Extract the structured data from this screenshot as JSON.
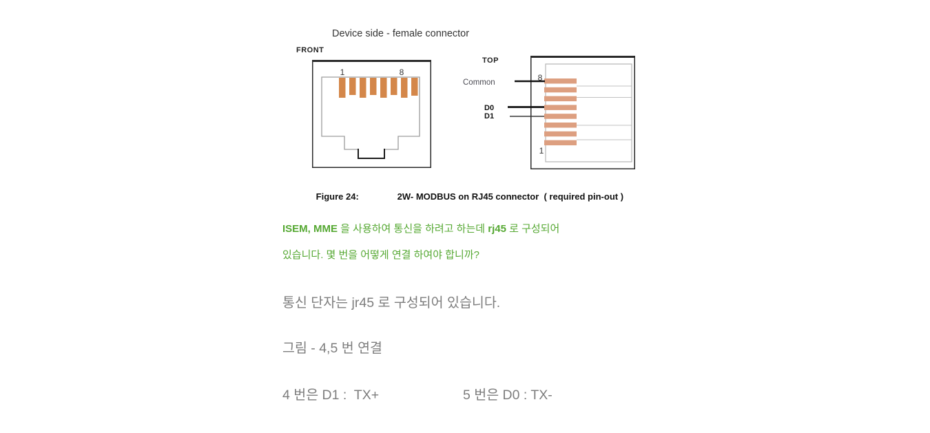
{
  "figure": {
    "title": "Device side - female connector",
    "front_label": "FRONT",
    "top_label": "TOP",
    "front_pin_first": "1",
    "front_pin_last": "8",
    "top_pin_top": "8",
    "top_pin_bottom": "1",
    "signals": {
      "common": "Common",
      "d0": "D0",
      "d1": "D1"
    },
    "caption_label": "Figure 24:",
    "caption_text": "2W- MODBUS on RJ45 connector  ( required pin-out )",
    "colors": {
      "pin_front": "#d4874a",
      "pin_top": "#dd9f80",
      "outline_gray": "#9c9c9c",
      "box_black": "#2a2a2a"
    }
  },
  "question": {
    "bold1": "ISEM, MME",
    "text1": " 을 사용하여 통신을 하려고 하는데 ",
    "bold2": "rj45",
    "text2": " 로 구성되어",
    "line2": "있습니다. 몇 번을 어떻게 연결 하여야 합니까?",
    "color": "#55a832"
  },
  "answer": {
    "line1": "통신 단자는 jr45 로 구성되어 있습니다.",
    "line2": "그림 - 4,5 번 연결",
    "line3_left": "4 번은 D1 :  TX+",
    "line3_right": "5 번은 D0 : TX-",
    "color": "#7d7d7d"
  }
}
